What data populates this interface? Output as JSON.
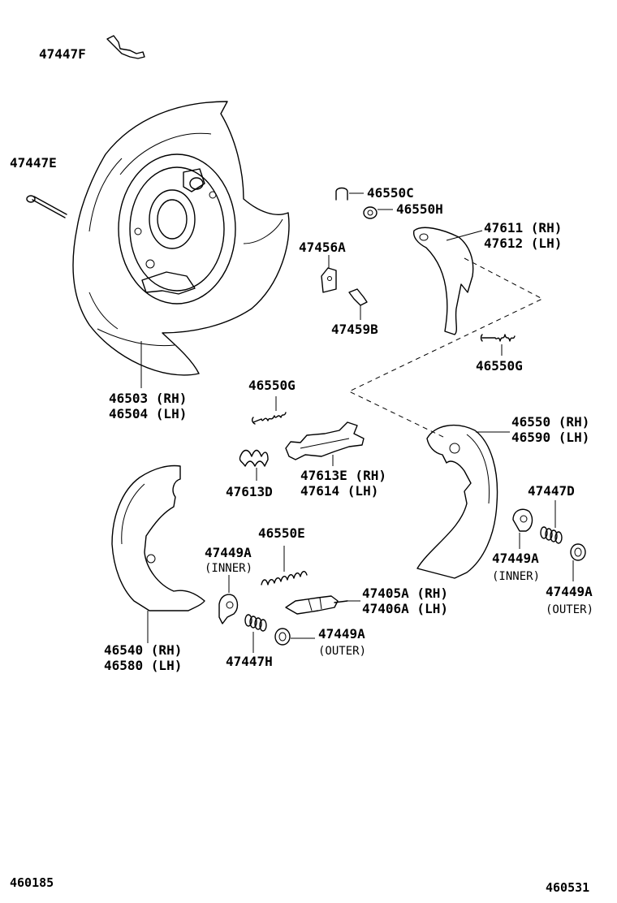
{
  "labels": {
    "l47447F": "47447F",
    "l47447E": "47447E",
    "l46550C": "46550C",
    "l46550H": "46550H",
    "l47611": "47611 (RH)",
    "l47612": "47612 (LH)",
    "l47456A": "47456A",
    "l47459B": "47459B",
    "l46550G_a": "46550G",
    "l46503": "46503 (RH)",
    "l46504": "46504 (LH)",
    "l46550G_b": "46550G",
    "l46550": "46550 (RH)",
    "l46590": "46590 (LH)",
    "l47613E": "47613E (RH)",
    "l47614": "47614  (LH)",
    "l47613D": "47613D",
    "l47447D": "47447D",
    "l46550E": "46550E",
    "l47449A_inner_l": "47449A",
    "inner_l": "(INNER)",
    "l47449A_inner_r": "47449A",
    "inner_r": "(INNER)",
    "l47449A_outer_r": "47449A",
    "outer_r": "(OUTER)",
    "l47405A": "47405A (RH)",
    "l47406A": "47406A (LH)",
    "l46540": "46540 (RH)",
    "l46580": "46580 (LH)",
    "l47447H": "47447H",
    "l47449A_outer_b": "47449A",
    "outer_b": "(OUTER)"
  },
  "codes": {
    "left": "460185",
    "right": "460531"
  }
}
